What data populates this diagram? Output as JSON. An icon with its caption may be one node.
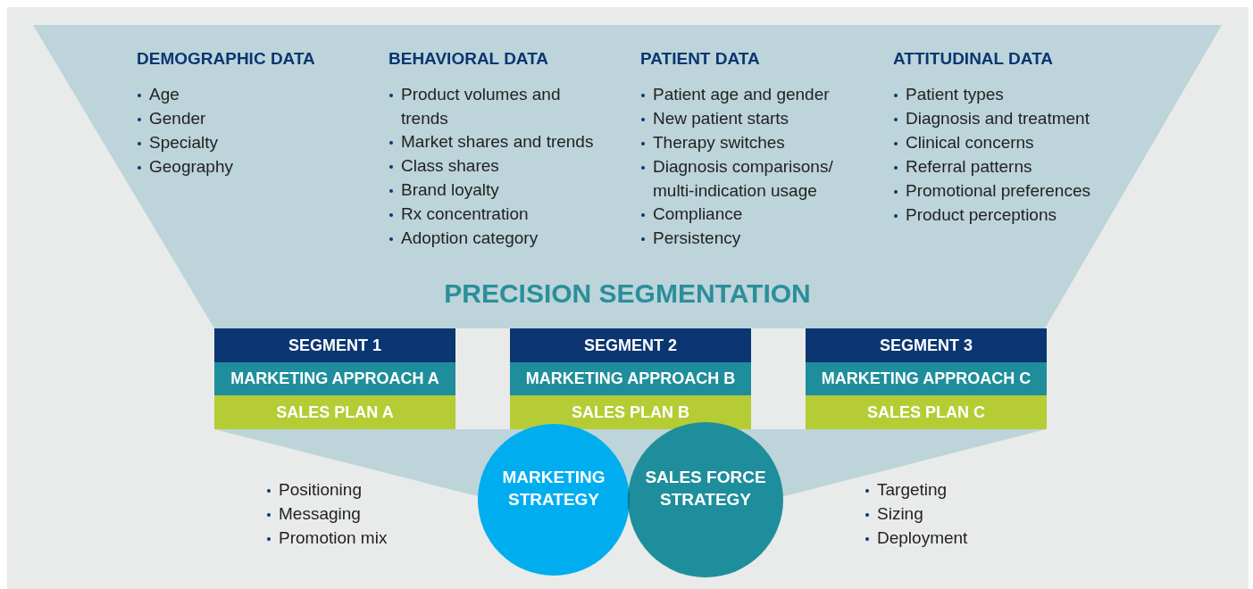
{
  "diagram": {
    "nodes": [
      {
        "text": [
          "PRECISION SEGMENTATION"
        ]
      },
      {
        "text": [
          "SEGMENT 1"
        ]
      },
      {
        "text": [
          "MARKETING APPROACH A"
        ]
      },
      {
        "text": [
          "SALES PLAN A"
        ]
      },
      {
        "text": [
          "SEGMENT 2"
        ]
      },
      {
        "text": [
          "MARKETING APPROACH B"
        ]
      },
      {
        "text": [
          "SALES PLAN B"
        ]
      },
      {
        "text": [
          "SEGMENT 3"
        ]
      },
      {
        "text": [
          "MARKETING APPROACH C"
        ]
      },
      {
        "text": [
          "SALES PLAN C"
        ]
      },
      {
        "text": [
          "MARKETING STRATEGY"
        ]
      },
      {
        "text": [
          "SALES FORCE STRATEGY"
        ]
      }
    ],
    "edges": [],
    "labels": [
      "DEMOGRAPHIC DATA",
      "Age",
      "Gender",
      "Specialty",
      "Geography",
      "BEHAVIORAL DATA",
      "Product volumes and trends",
      "Market shares and trends",
      "Class shares",
      "Brand loyalty",
      "Rx concentration",
      "Adoption category",
      "PATIENT DATA",
      "Patient age and gender",
      "New patient starts",
      "Therapy switches",
      "Diagnosis comparisons/ multi-indication usage",
      "Compliance",
      "Persistency",
      "ATTITUDINAL DATA",
      "Patient types",
      "Diagnosis and treatment",
      "Clinical concerns",
      "Referral patterns",
      "Promotional preferences",
      "Product perceptions",
      "Positioning",
      "Messaging",
      "Promotion mix",
      "Targeting",
      "Sizing",
      "Deployment"
    ]
  }
}
